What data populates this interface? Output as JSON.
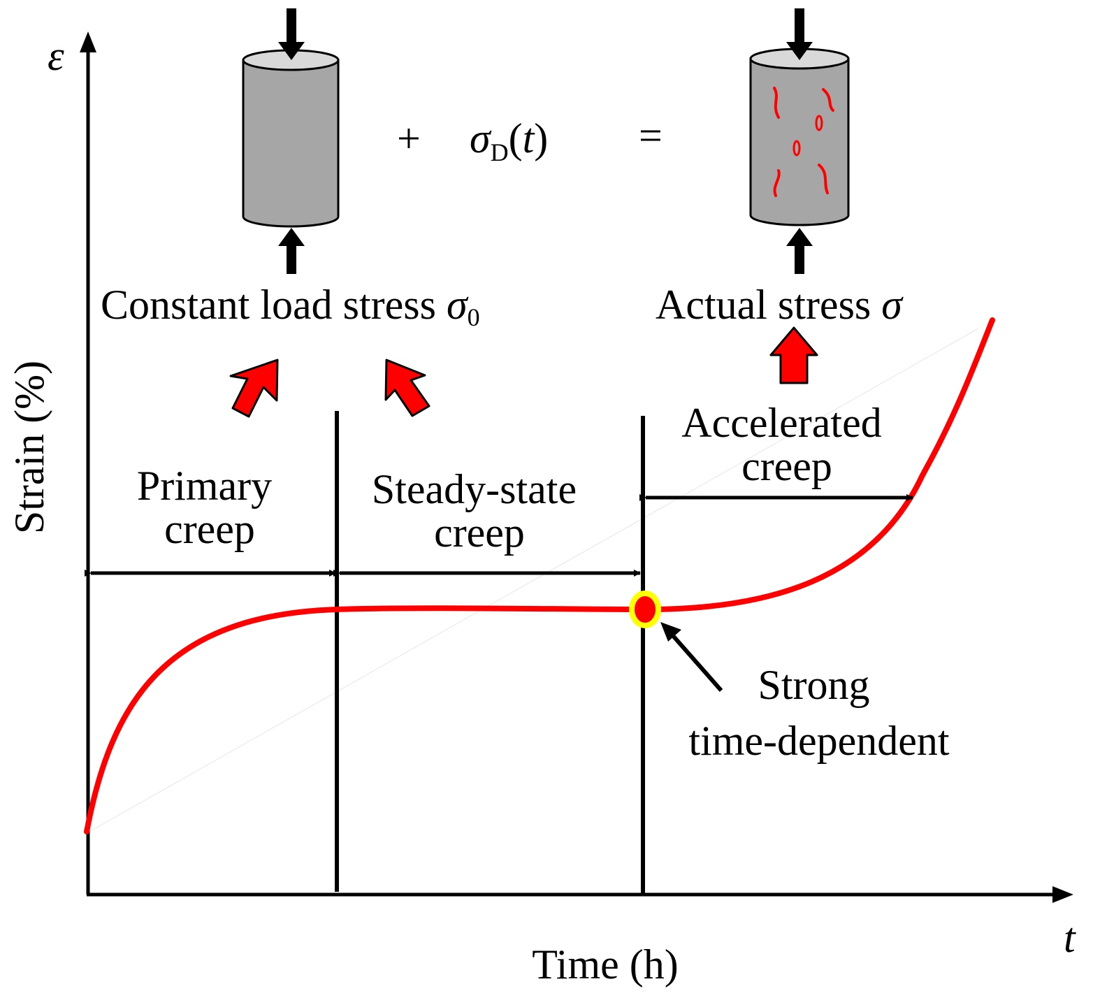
{
  "axes": {
    "y_symbol": "ε",
    "x_symbol": "t",
    "y_label": "Strain (%)",
    "x_label": "Time (h)"
  },
  "stages": {
    "primary": [
      "Primary",
      "creep"
    ],
    "steady": [
      "Steady-state",
      "creep"
    ],
    "accelerated": [
      "Accelerated",
      "creep"
    ]
  },
  "equation": {
    "plus": "+",
    "sigma": "σ",
    "subscript": "D",
    "open_paren": "(",
    "t": "t",
    "close_paren": ")",
    "equals": "="
  },
  "labels": {
    "constant_text": "Constant load stress ",
    "constant_sigma": "σ",
    "constant_sub": "0",
    "actual_text": "Actual stress ",
    "actual_sigma": "σ"
  },
  "annotation": [
    "Strong",
    "time-dependent"
  ],
  "colors": {
    "curve": "#ff0000",
    "marker_ring": "#ffff00",
    "cylinder_fill": "#a6a6a6",
    "cylinder_top": "#d9d9d9",
    "crack": "#ff0000",
    "arrow_red": "#ff0000"
  }
}
